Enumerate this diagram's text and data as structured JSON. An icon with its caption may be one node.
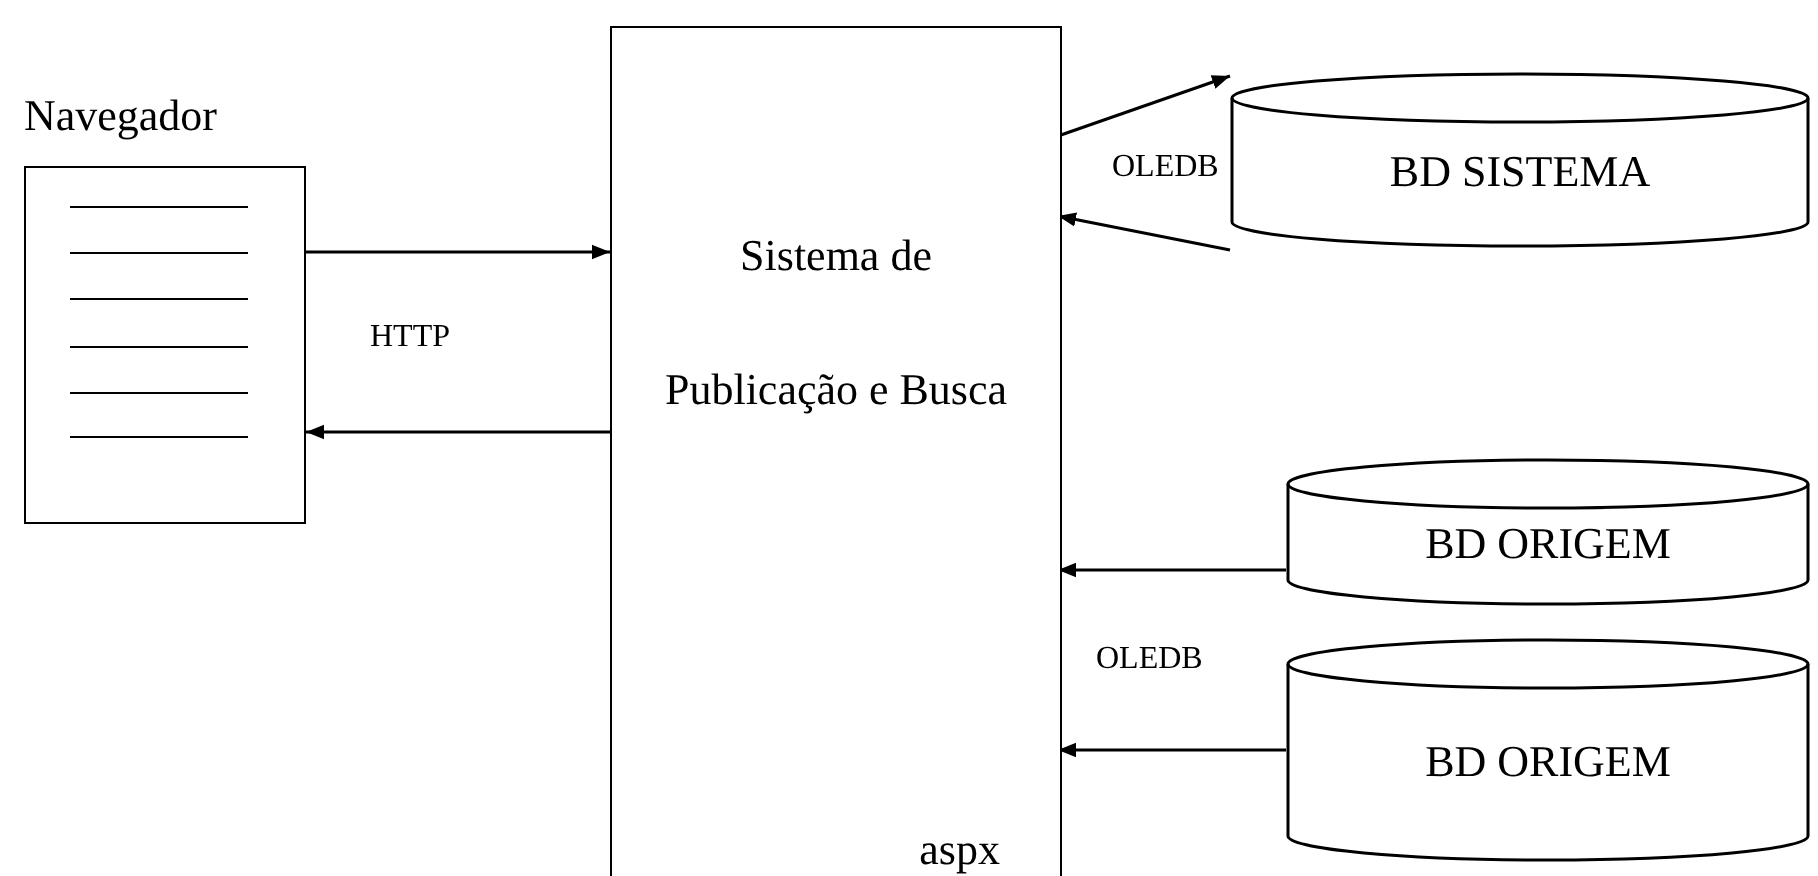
{
  "diagram": {
    "nodes": [
      {
        "text": [
          "Navegador"
        ]
      },
      {
        "text": [
          "Sistema de Publicação e Busca",
          "aspx"
        ]
      },
      {
        "text": [
          "BD SISTEMA"
        ]
      },
      {
        "text": [
          "BD ORIGEM"
        ]
      },
      {
        "text": [
          "BD ORIGEM"
        ]
      }
    ],
    "edges": [
      {
        "from": 0,
        "to": 1,
        "arrow": "to"
      },
      {
        "from": 1,
        "to": 0,
        "arrow": "to"
      },
      {
        "from": 1,
        "to": 2,
        "arrow": "to"
      },
      {
        "from": 2,
        "to": 1,
        "arrow": "to"
      },
      {
        "from": 3,
        "to": 1,
        "arrow": "to"
      },
      {
        "from": 4,
        "to": 1,
        "arrow": "to"
      }
    ],
    "labels": [
      "HTTP",
      "OLEDB",
      "OLEDB"
    ]
  }
}
